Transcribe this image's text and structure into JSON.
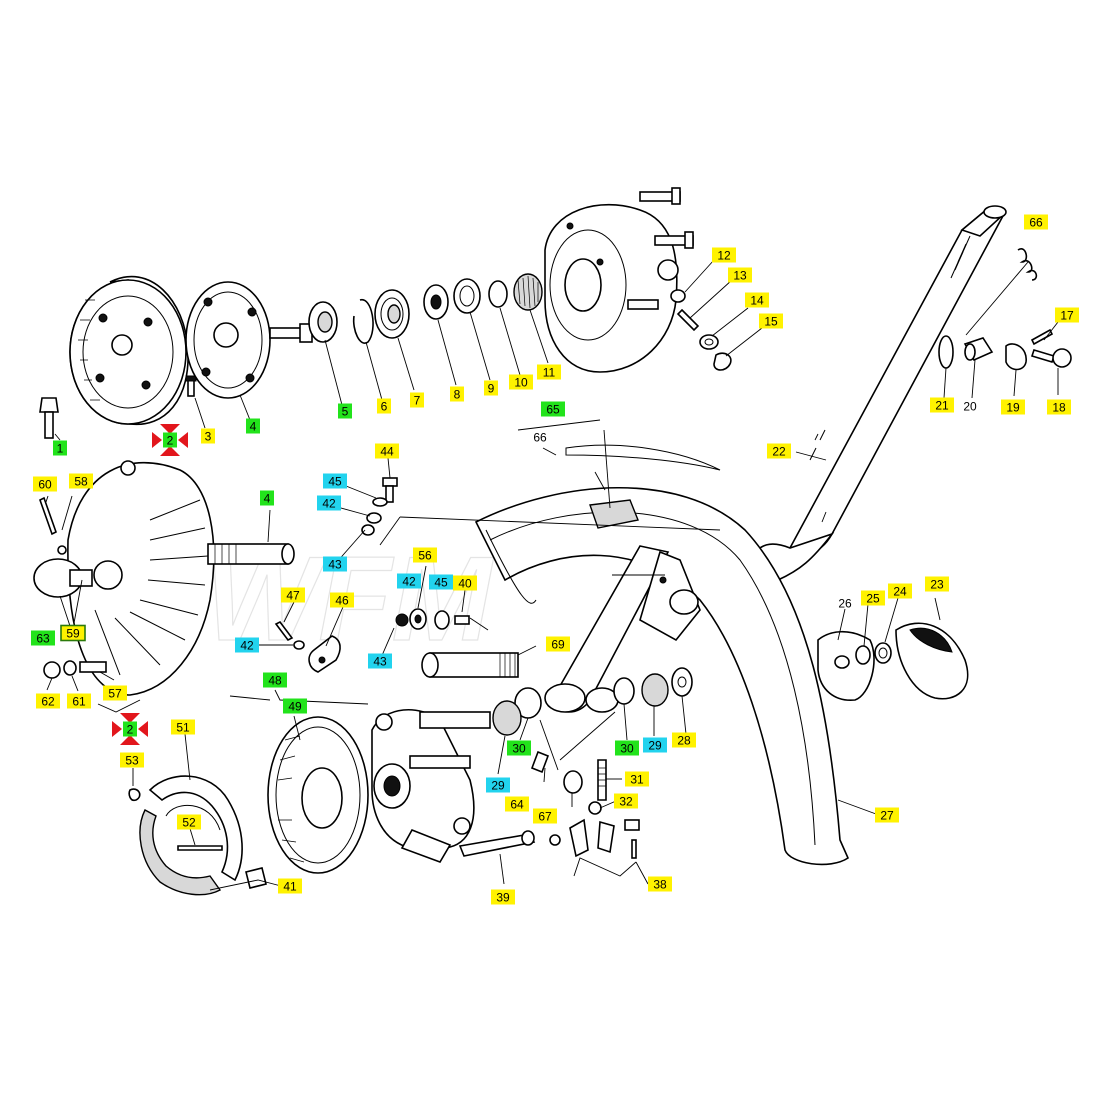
{
  "colors": {
    "yellow": "#fff200",
    "green": "#22e31b",
    "cyan": "#22d3ee",
    "marker_red": "#e2161c"
  },
  "watermark": "WFM",
  "labels": [
    {
      "id": "l1",
      "text": "1",
      "color": "green"
    },
    {
      "id": "l2a",
      "text": "2",
      "color": "green"
    },
    {
      "id": "l3",
      "text": "3",
      "color": "yellow"
    },
    {
      "id": "l4a",
      "text": "4",
      "color": "green"
    },
    {
      "id": "l5",
      "text": "5",
      "color": "green"
    },
    {
      "id": "l6",
      "text": "6",
      "color": "yellow"
    },
    {
      "id": "l7",
      "text": "7",
      "color": "yellow"
    },
    {
      "id": "l8",
      "text": "8",
      "color": "yellow"
    },
    {
      "id": "l9",
      "text": "9",
      "color": "yellow"
    },
    {
      "id": "l10",
      "text": "10",
      "color": "yellow"
    },
    {
      "id": "l11",
      "text": "11",
      "color": "yellow"
    },
    {
      "id": "l12",
      "text": "12",
      "color": "yellow"
    },
    {
      "id": "l13",
      "text": "13",
      "color": "yellow"
    },
    {
      "id": "l14",
      "text": "14",
      "color": "yellow"
    },
    {
      "id": "l15",
      "text": "15",
      "color": "yellow"
    },
    {
      "id": "l66a",
      "text": "66",
      "color": "yellow"
    },
    {
      "id": "l17",
      "text": "17",
      "color": "yellow"
    },
    {
      "id": "l18",
      "text": "18",
      "color": "yellow"
    },
    {
      "id": "l19",
      "text": "19",
      "color": "yellow"
    },
    {
      "id": "l20",
      "text": "20",
      "color": "none"
    },
    {
      "id": "l21",
      "text": "21",
      "color": "yellow"
    },
    {
      "id": "l22",
      "text": "22",
      "color": "yellow"
    },
    {
      "id": "l23",
      "text": "23",
      "color": "yellow"
    },
    {
      "id": "l24",
      "text": "24",
      "color": "yellow"
    },
    {
      "id": "l25",
      "text": "25",
      "color": "yellow"
    },
    {
      "id": "l26",
      "text": "26",
      "color": "none"
    },
    {
      "id": "l27",
      "text": "27",
      "color": "yellow"
    },
    {
      "id": "l28",
      "text": "28",
      "color": "yellow"
    },
    {
      "id": "l29a",
      "text": "29",
      "color": "cyan"
    },
    {
      "id": "l30a",
      "text": "30",
      "color": "green"
    },
    {
      "id": "l31",
      "text": "31",
      "color": "yellow"
    },
    {
      "id": "l32",
      "text": "32",
      "color": "yellow"
    },
    {
      "id": "l38",
      "text": "38",
      "color": "yellow"
    },
    {
      "id": "l39",
      "text": "39",
      "color": "yellow"
    },
    {
      "id": "l40",
      "text": "40",
      "color": "yellow"
    },
    {
      "id": "l41",
      "text": "41",
      "color": "yellow"
    },
    {
      "id": "l42a",
      "text": "42",
      "color": "cyan"
    },
    {
      "id": "l42b",
      "text": "42",
      "color": "cyan"
    },
    {
      "id": "l42c",
      "text": "42",
      "color": "cyan"
    },
    {
      "id": "l43a",
      "text": "43",
      "color": "cyan"
    },
    {
      "id": "l43b",
      "text": "43",
      "color": "cyan"
    },
    {
      "id": "l44",
      "text": "44",
      "color": "yellow"
    },
    {
      "id": "l45a",
      "text": "45",
      "color": "cyan"
    },
    {
      "id": "l45b",
      "text": "45",
      "color": "cyan"
    },
    {
      "id": "l4b",
      "text": "4",
      "color": "green"
    },
    {
      "id": "l46",
      "text": "46",
      "color": "yellow"
    },
    {
      "id": "l47",
      "text": "47",
      "color": "yellow"
    },
    {
      "id": "l48",
      "text": "48",
      "color": "green"
    },
    {
      "id": "l49",
      "text": "49",
      "color": "green"
    },
    {
      "id": "l51",
      "text": "51",
      "color": "yellow"
    },
    {
      "id": "l52",
      "text": "52",
      "color": "yellow"
    },
    {
      "id": "l53",
      "text": "53",
      "color": "yellow"
    },
    {
      "id": "l56",
      "text": "56",
      "color": "yellow"
    },
    {
      "id": "l57",
      "text": "57",
      "color": "yellow"
    },
    {
      "id": "l58",
      "text": "58",
      "color": "yellow"
    },
    {
      "id": "l59",
      "text": "59",
      "color": "yellow",
      "boxed": true
    },
    {
      "id": "l60",
      "text": "60",
      "color": "yellow"
    },
    {
      "id": "l61",
      "text": "61",
      "color": "yellow"
    },
    {
      "id": "l62",
      "text": "62",
      "color": "yellow"
    },
    {
      "id": "l63",
      "text": "63",
      "color": "green"
    },
    {
      "id": "l64",
      "text": "64",
      "color": "yellow"
    },
    {
      "id": "l65",
      "text": "65",
      "color": "green"
    },
    {
      "id": "l66b",
      "text": "66",
      "color": "none"
    },
    {
      "id": "l67",
      "text": "67",
      "color": "yellow"
    },
    {
      "id": "l69",
      "text": "69",
      "color": "yellow"
    },
    {
      "id": "l29b",
      "text": "29",
      "color": "cyan"
    },
    {
      "id": "l30b",
      "text": "30",
      "color": "green"
    },
    {
      "id": "l2b",
      "text": "2",
      "color": "green"
    }
  ]
}
